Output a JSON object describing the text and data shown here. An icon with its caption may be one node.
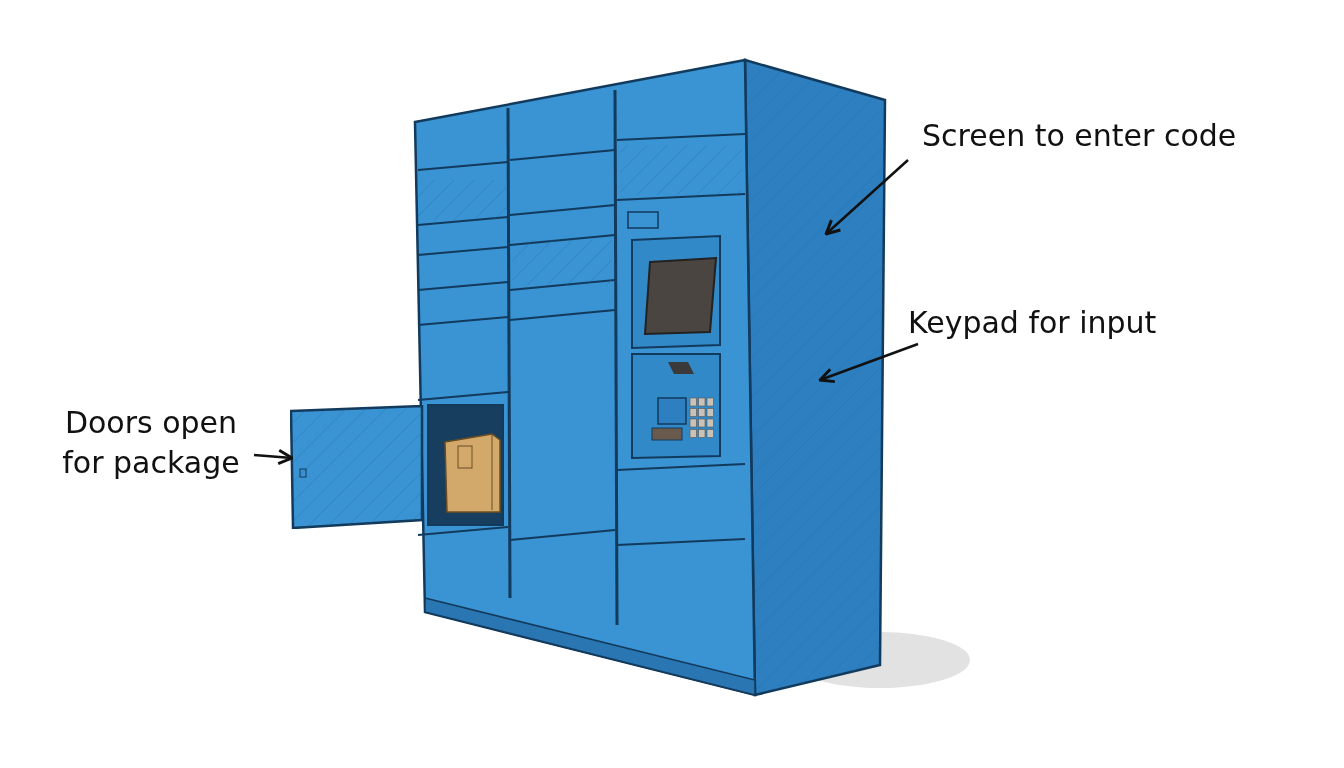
{
  "diagram": {
    "nodes": [
      {
        "text": [
          "Screen to enter code"
        ]
      },
      {
        "text": [
          "Keypad for input"
        ]
      },
      {
        "text": [
          "Doors open for package"
        ]
      },
      {
        "text": [],
        "shape": "picture"
      }
    ],
    "edges": [
      {
        "from": 0,
        "to": null,
        "arrow": "to"
      },
      {
        "from": 1,
        "to": null,
        "arrow": "to"
      },
      {
        "from": 2,
        "to": 3,
        "arrow": "to"
      }
    ]
  }
}
